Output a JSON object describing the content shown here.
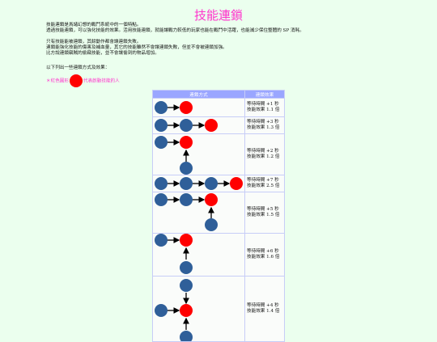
{
  "page": {
    "title": "技能連鎖"
  },
  "intro": {
    "paragraph1": [
      "技能連鎖是爲諸幻想的戰鬥系統中的一個特點。",
      "透過技能連鎖，可以強化技能的效果。活用技能連鎖，就能讓戰力較低的玩家也能在戰鬥中活躍，也能減少保住整體的 SP 消耗。"
    ],
    "paragraph2": [
      "只有技能能被連鎖，其餘動作都會讓連鎖失敗。",
      "連鎖能強化技能的傷害及補血量，其它的技能雖然不會讓連鎖失敗，但並不會被連鎖加強。",
      "比方說連鎖竊賊的偷竊技能，並不會讓偷到的物品增加。"
    ],
    "list_intro": "以下列出一些連鎖方式及效果："
  },
  "legend": {
    "prefix": "＊紅色圓形",
    "suffix": "代表啟動技能的人"
  },
  "table": {
    "headers": [
      "連鎖方式",
      "連鎖效果"
    ],
    "rows": [
      {
        "line1": "等待時間 +1 秒",
        "line2": "技能效果 1.1 倍"
      },
      {
        "line1": "等待時間 +3 秒",
        "line2": "技能效果 1.3 倍"
      },
      {
        "line1": "等待時間 +2 秒",
        "line2": "技能效果 1.2 倍"
      },
      {
        "line1": "等待時間 +7 秒",
        "line2": "技能效果 2.5 倍"
      },
      {
        "line1": "等待時間 +5 秒",
        "line2": "技能效果 1.5 倍"
      },
      {
        "line1": "等待時間 +6 秒",
        "line2": "技能效果 1.6 倍"
      },
      {
        "line1": "等待時間 +4 秒",
        "line2": "技能效果 1.4 倍"
      }
    ]
  },
  "colors": {
    "member": "#2f5f99",
    "initiator": "#ff0000",
    "title": "#ff33cc",
    "header_bg": "#9aa6ff",
    "page_bg": "#ebffee"
  }
}
